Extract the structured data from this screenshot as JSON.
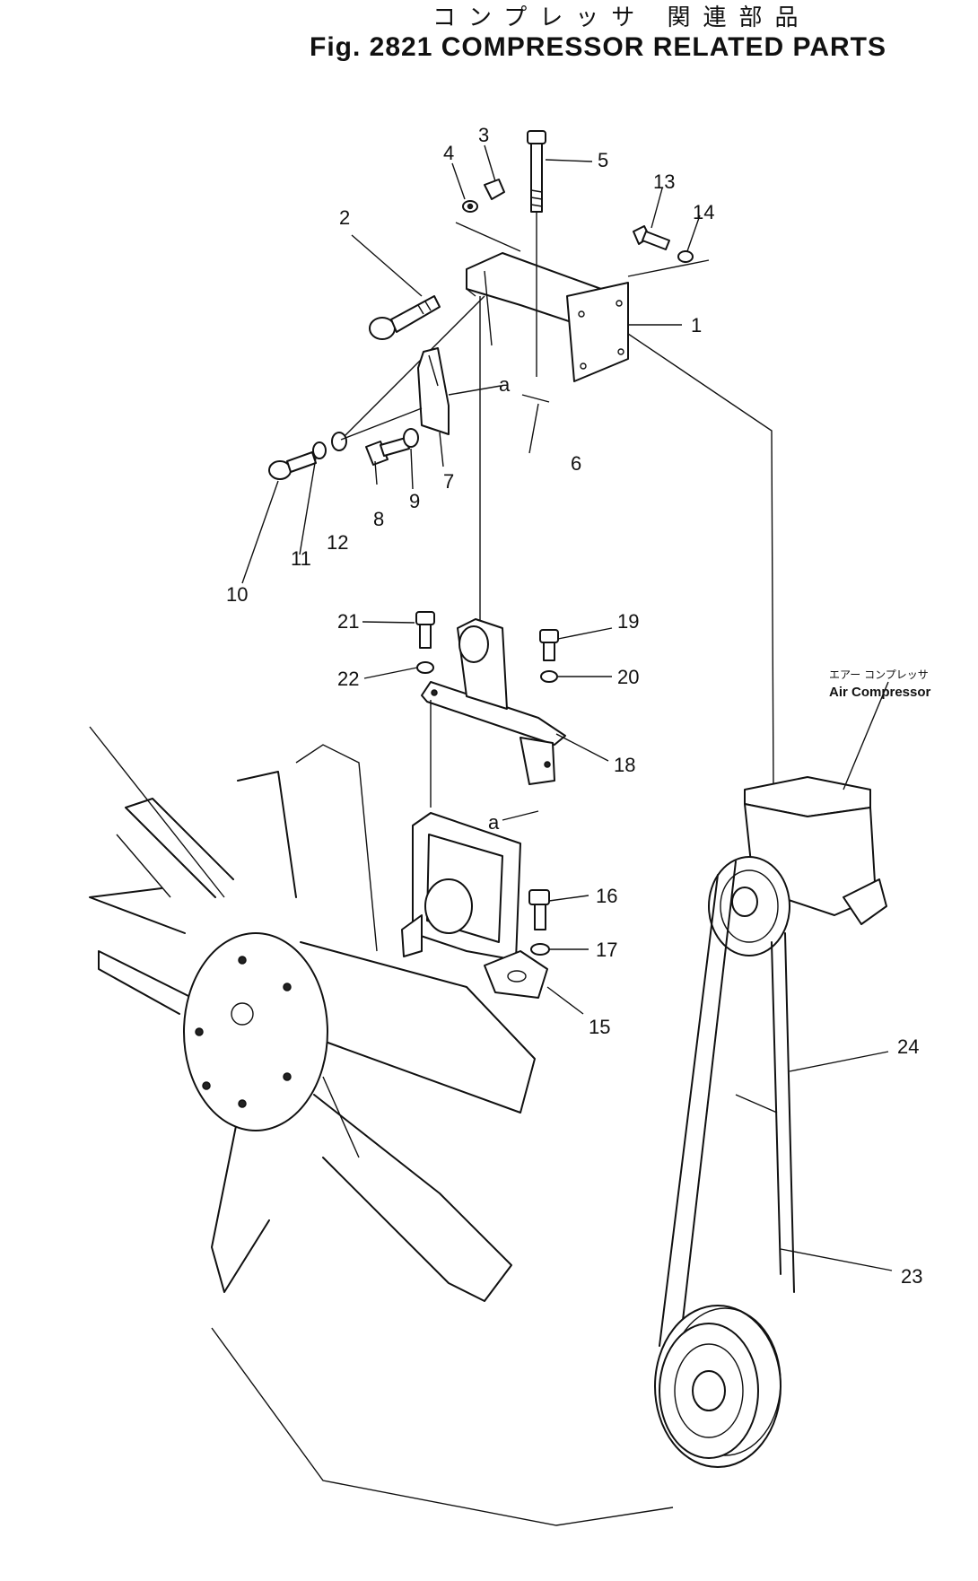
{
  "header": {
    "title_jp": "コンプレッサ 関連部品",
    "title_en": "Fig. 2821 COMPRESSOR RELATED PARTS"
  },
  "annotation": {
    "label_jp": "エアー コンプレッサ",
    "label_en": "Air Compressor"
  },
  "callouts": [
    {
      "id": "c1",
      "text": "1"
    },
    {
      "id": "c2",
      "text": "2"
    },
    {
      "id": "c3",
      "text": "3"
    },
    {
      "id": "c4",
      "text": "4"
    },
    {
      "id": "c5",
      "text": "5"
    },
    {
      "id": "c6",
      "text": "6"
    },
    {
      "id": "c7",
      "text": "7"
    },
    {
      "id": "c8",
      "text": "8"
    },
    {
      "id": "c9",
      "text": "9"
    },
    {
      "id": "c10",
      "text": "10"
    },
    {
      "id": "c11",
      "text": "11"
    },
    {
      "id": "c12",
      "text": "12"
    },
    {
      "id": "c13",
      "text": "13"
    },
    {
      "id": "c14",
      "text": "14"
    },
    {
      "id": "c15",
      "text": "15"
    },
    {
      "id": "c16",
      "text": "16"
    },
    {
      "id": "c17",
      "text": "17"
    },
    {
      "id": "c18",
      "text": "18"
    },
    {
      "id": "c19",
      "text": "19"
    },
    {
      "id": "c20",
      "text": "20"
    },
    {
      "id": "c21",
      "text": "21"
    },
    {
      "id": "c22",
      "text": "22"
    },
    {
      "id": "c23",
      "text": "23"
    },
    {
      "id": "c24",
      "text": "24"
    },
    {
      "id": "ca1",
      "text": "a"
    },
    {
      "id": "ca2",
      "text": "a"
    }
  ]
}
